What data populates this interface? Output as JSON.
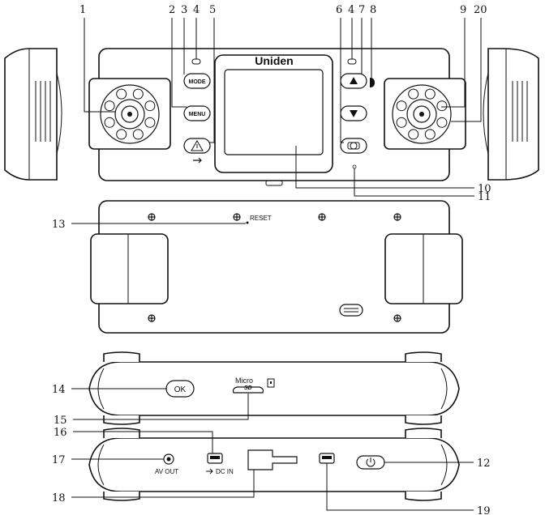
{
  "brand": "Uniden",
  "buttons": {
    "mode": "MODE",
    "menu": "MENU",
    "ok": "OK"
  },
  "labels": {
    "reset": "RESET",
    "micro": "Micro",
    "sd": "SD",
    "av_out": "AV OUT",
    "dc_in": "DC IN"
  },
  "callouts": {
    "top": [
      "1",
      "2",
      "3",
      "4",
      "5",
      "6",
      "4",
      "7",
      "8",
      "9",
      "20"
    ],
    "right": [
      "10",
      "11",
      "12",
      "19"
    ],
    "left": [
      "13",
      "14",
      "15",
      "16",
      "17",
      "18"
    ]
  }
}
